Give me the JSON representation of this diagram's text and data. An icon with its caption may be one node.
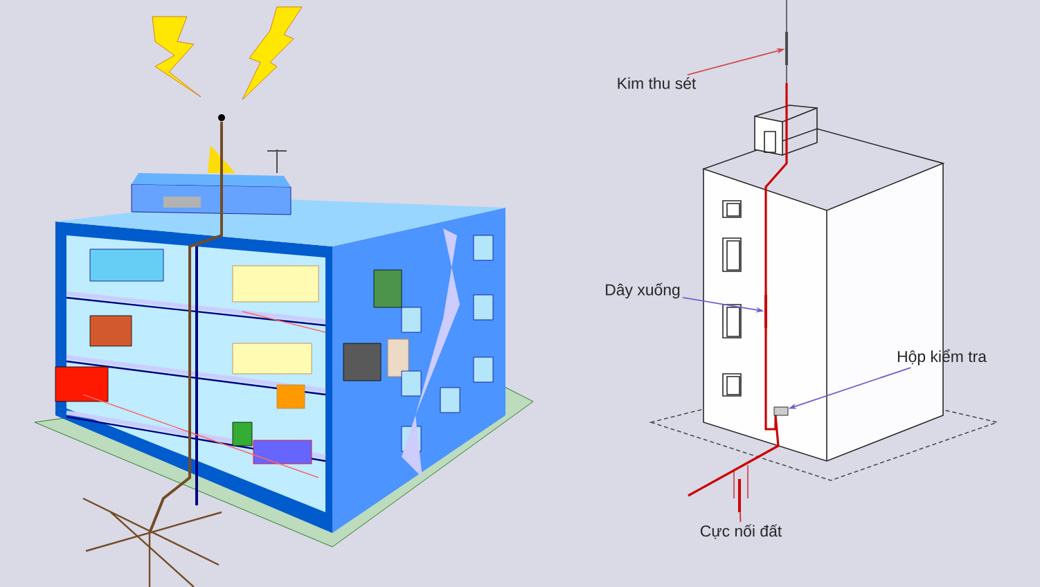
{
  "diagram": {
    "nodes": [
      {
        "text": [
          "Kim thu sét"
        ]
      },
      {
        "text": [],
        "shape": "bar"
      },
      {
        "text": [
          "Dây xuống"
        ]
      },
      {
        "text": [],
        "shape": "bar"
      },
      {
        "text": [
          "Hộp kiểm tra"
        ]
      },
      {
        "text": [],
        "shape": "box"
      },
      {
        "text": [
          "Cực nối đất"
        ]
      },
      {
        "text": [],
        "shape": "bar"
      }
    ],
    "edges": [
      {
        "from": 0,
        "to": 1,
        "arrow": "to",
        "color": "#d04848"
      },
      {
        "from": 2,
        "to": 3,
        "arrow": "to",
        "color": "#6a5fd0"
      },
      {
        "from": 4,
        "to": 5,
        "arrow": "to",
        "color": "#6a5fd0"
      },
      {
        "from": 6,
        "to": 7,
        "arrow": "none",
        "color": "#d02828"
      }
    ]
  }
}
